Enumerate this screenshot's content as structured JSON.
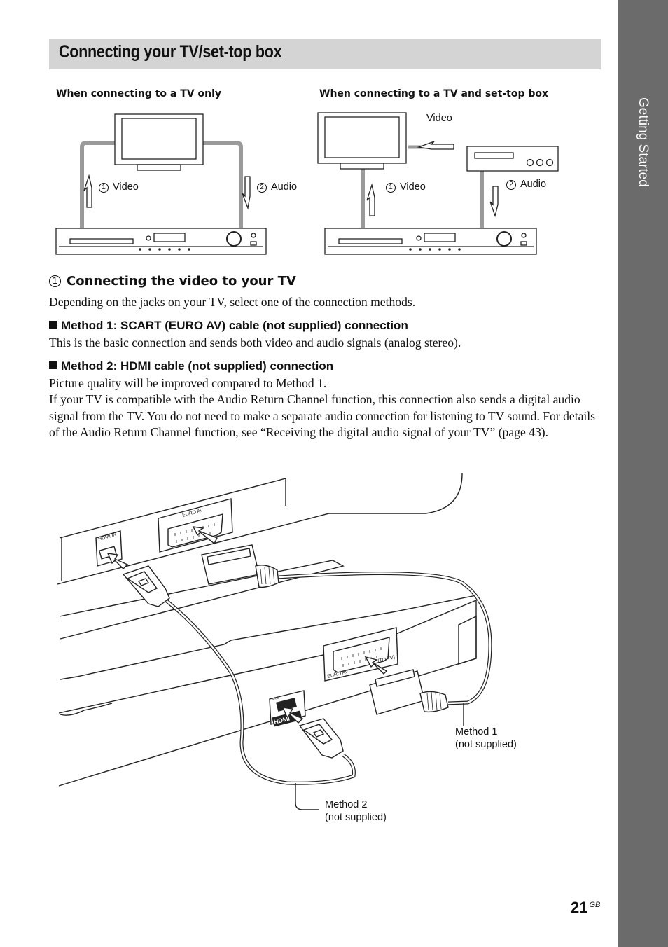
{
  "sidebar": {
    "section_label": "Getting Started"
  },
  "title": "Connecting your TV/set-top box",
  "diagram_tv_only": {
    "heading": "When connecting to a TV only",
    "video_num": "1",
    "video_label": "Video",
    "audio_num": "2",
    "audio_label": "Audio"
  },
  "diagram_tv_stb": {
    "heading": "When connecting to a TV and set-top box",
    "top_video_label": "Video",
    "video_num": "1",
    "video_label": "Video",
    "audio_num": "2",
    "audio_label": "Audio"
  },
  "section1": {
    "num": "1",
    "heading": "Connecting the video to your TV",
    "intro": "Depending on the jacks on your TV, select one of the connection methods."
  },
  "method1": {
    "heading": "Method 1: SCART (EURO AV) cable (not supplied) connection",
    "text": "This is the basic connection and sends both video and audio signals (analog stereo)."
  },
  "method2": {
    "heading": "Method 2: HDMI cable (not supplied) connection",
    "text1": "Picture quality will be improved compared to Method 1.",
    "text2": "If your TV is compatible with the Audio Return Channel function, this connection also sends a digital audio signal from the TV. You do not need to make a separate audio connection for listening to TV sound. For details of the Audio Return Channel function, see “Receiving the digital audio signal of your TV” (page 43)."
  },
  "illustration": {
    "tv_hdmi_label": "HDMI IN",
    "tv_scart_label": "EURO AV",
    "unit_scart_label": "EURO AV",
    "unit_scart_sub": "(TO TV)",
    "unit_hdmi_label": "HDMI",
    "unit_arc_label": "ARC",
    "method1_label_line1": "Method 1",
    "method1_label_line2": "(not supplied)",
    "method2_label_line1": "Method 2",
    "method2_label_line2": "(not supplied)"
  },
  "page": {
    "number": "21",
    "suffix": "GB"
  }
}
